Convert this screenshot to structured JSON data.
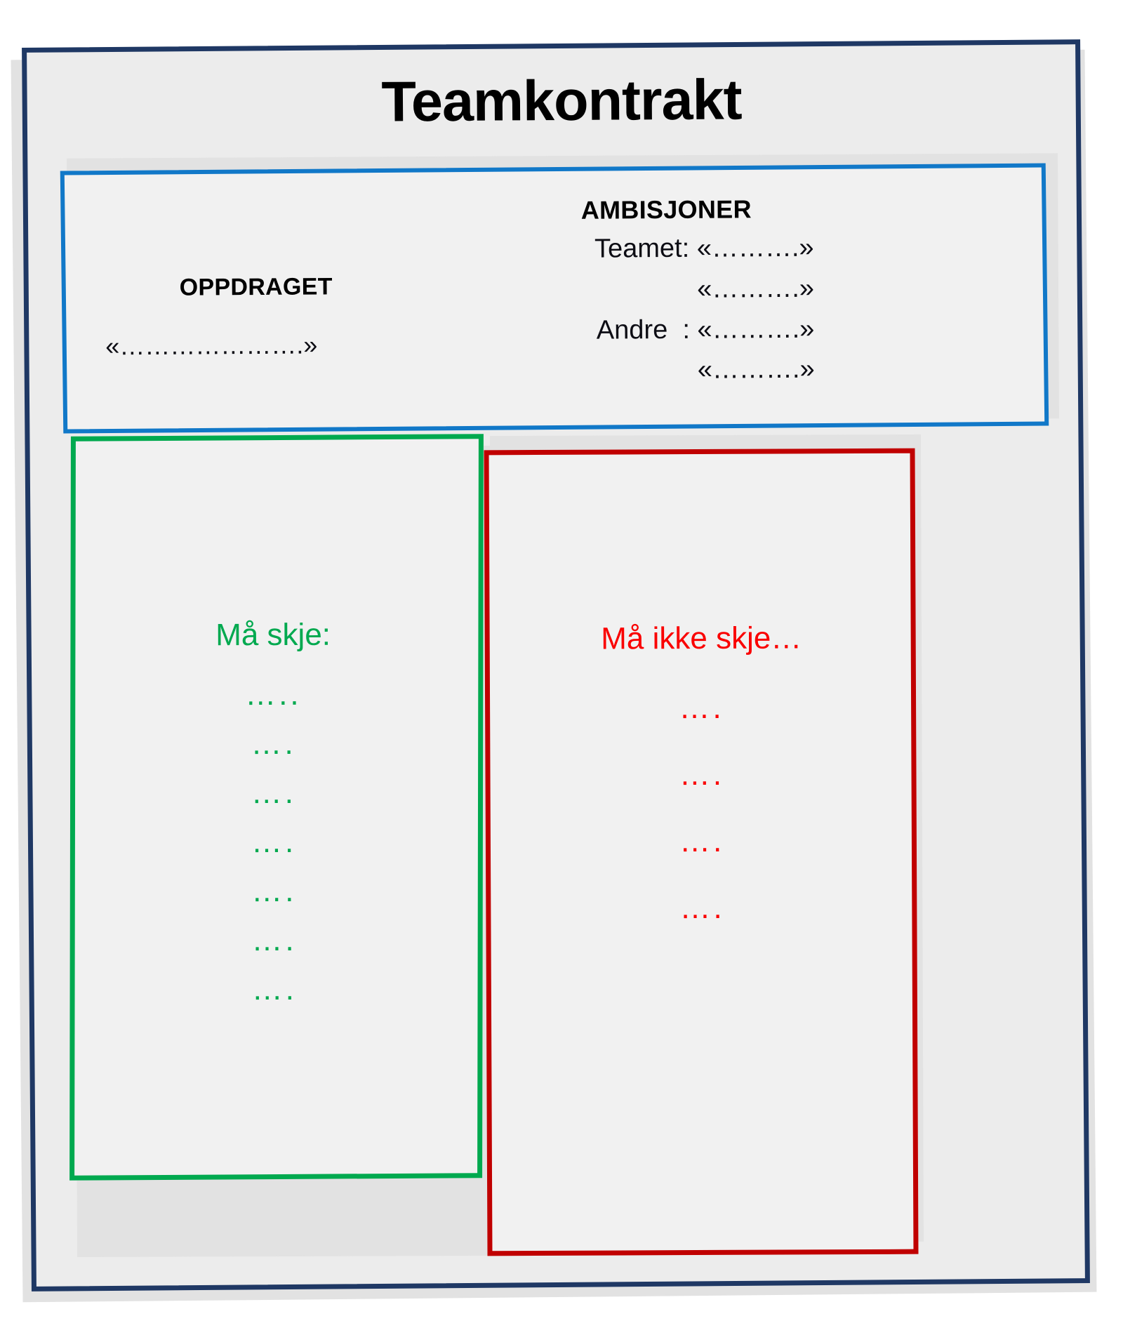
{
  "page": {
    "title": "Teamkontrakt",
    "background_color": "#ffffff",
    "frame_color": "#1f3864",
    "panel_fill": "#ececec"
  },
  "blue_section": {
    "border_color": "#1178c8",
    "oppdraget": {
      "heading": "OPPDRAGET",
      "line": "«………………….»"
    },
    "ambisjoner": {
      "heading": "AMBISJONER",
      "lines": [
        "Teamet: «……….»",
        "«……….»",
        "Andre  : «……….»",
        "«……….»"
      ]
    }
  },
  "green_section": {
    "border_color": "#00a94f",
    "text_color": "#00a94f",
    "heading": "Må skje:",
    "items": [
      "…..",
      "….",
      "….",
      "….",
      "….",
      "….",
      "…."
    ]
  },
  "red_section": {
    "border_color": "#c00000",
    "text_color": "#fa0000",
    "heading": "Må ikke skje…",
    "items": [
      "….",
      "….",
      "….",
      "…."
    ]
  }
}
